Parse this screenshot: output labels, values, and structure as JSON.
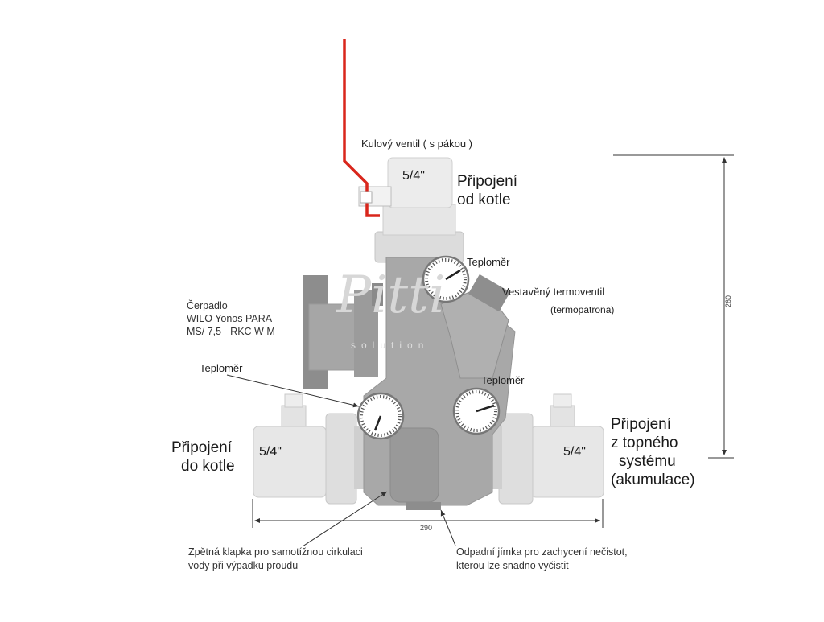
{
  "labels": {
    "ball_valve": "Kulový ventil ( s pákou )",
    "boiler_in_1": "Připojení",
    "boiler_in_2": "od kotle",
    "thermometer_top": "Teploměr",
    "thermovalve_1": "Vestavěný termoventil",
    "thermovalve_2": "(termopatrona)",
    "pump_1": "Čerpadlo",
    "pump_2": "WILO Yonos PARA",
    "pump_3": "MS/ 7,5 - RKC W M",
    "thermometer_left": "Teploměr",
    "thermometer_right": "Teploměr",
    "boiler_out_1": "Připojení",
    "boiler_out_2": "do kotle",
    "system_1": "Připojení",
    "system_2": "z topného",
    "system_3": "systému",
    "system_4": "(akumulace)",
    "check_valve_1": "Zpětná klapka pro samotížnou cirkulaci",
    "check_valve_2": "vody při výpadku proudu",
    "drain_1": "Odpadní jímka pro zachycení nečistot,",
    "drain_2": "kterou lze snadno vyčistit"
  },
  "sizes": {
    "top": "5/4\"",
    "left": "5/4\"",
    "right": "5/4\""
  },
  "dimensions": {
    "height": "260",
    "width": "290"
  },
  "watermark": {
    "logo": "Pitti",
    "sub": "solution"
  },
  "colors": {
    "body": "#a9a9a9",
    "body_dark": "#8f8f8f",
    "fitting": "#e6e6e6",
    "fitting_dark": "#cfcfcf",
    "handle": "#d9261c",
    "line": "#333333"
  }
}
